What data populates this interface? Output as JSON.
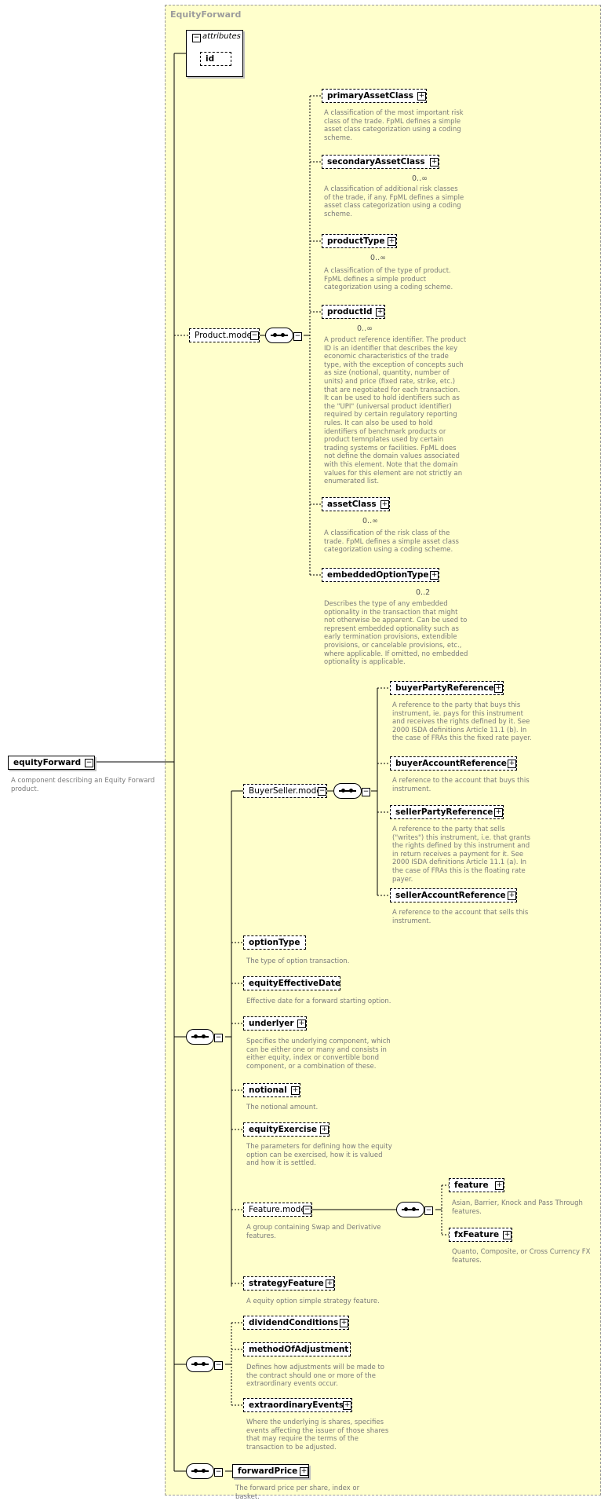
{
  "panel_title": "EquityForward",
  "attributes_label": "attributes",
  "root": {
    "name": "equityForward",
    "description": "A component describing an Equity Forward product."
  },
  "attribute_id": "id",
  "product_model": {
    "name": "Product.model",
    "elements": [
      {
        "name": "primaryAssetClass",
        "card": "",
        "desc": "A classification of the most important risk class of the trade. FpML defines a simple asset class categorization using a coding scheme."
      },
      {
        "name": "secondaryAssetClass",
        "card": "0..∞",
        "desc": "A classification of additional risk classes of the trade, if any. FpML defines a simple asset class categorization using a coding scheme."
      },
      {
        "name": "productType",
        "card": "0..∞",
        "desc": "A classification of the type of product. FpML defines a simple product categorization using a coding scheme."
      },
      {
        "name": "productId",
        "card": "0..∞",
        "desc": "A product reference identifier. The product ID is an identifier that describes the key economic characteristics of the trade type, with the exception of concepts such as size (notional, quantity, number of units) and price (fixed rate, strike, etc.) that are negotiated for each transaction. It can be used to hold identifiers such as the \"UPI\" (universal product identifier) required by certain regulatory reporting rules. It can also be used to hold identifiers of benchmark products or product temnplates used by certain trading systems or facilities. FpML does not define the domain values associated with this element. Note that the domain values for this element are not strictly an enumerated list."
      },
      {
        "name": "assetClass",
        "card": "0..∞",
        "desc": "A classification of the risk class of the trade. FpML defines a simple asset class categorization using a coding scheme."
      },
      {
        "name": "embeddedOptionType",
        "card": "0..2",
        "desc": "Describes the type of any embedded optionality in the transaction that might not otherwise be apparent. Can be used to represent embedded optionality such as early termination provisions, extendible provisions, or cancelable provisions, etc., where applicable. If omitted, no embedded optionality is applicable."
      }
    ]
  },
  "buyer_seller_model": {
    "name": "BuyerSeller.model",
    "elements": [
      {
        "name": "buyerPartyReference",
        "desc": "A reference to the party that buys this instrument, ie. pays for this instrument and receives the rights defined by it. See 2000 ISDA definitions Article 11.1 (b). In the case of FRAs this the fixed rate payer."
      },
      {
        "name": "buyerAccountReference",
        "desc": "A reference to the account that buys this instrument."
      },
      {
        "name": "sellerPartyReference",
        "desc": "A reference to the party that sells (\"writes\") this instrument, i.e. that grants the rights defined by this instrument and in return receives a payment for it. See 2000 ISDA definitions Article 11.1 (a). In the case of FRAs this is the floating rate payer."
      },
      {
        "name": "sellerAccountReference",
        "desc": "A reference to the account that sells this instrument."
      }
    ]
  },
  "main_elements": [
    {
      "name": "optionType",
      "desc": "The type of option transaction."
    },
    {
      "name": "equityEffectiveDate",
      "desc": "Effective date for a forward starting option."
    },
    {
      "name": "underlyer",
      "desc": "Specifies the underlying component, which can be either one or many and consists in either equity, index or convertible bond component, or a combination of these."
    },
    {
      "name": "notional",
      "desc": "The notional amount."
    },
    {
      "name": "equityExercise",
      "desc": "The parameters for defining how the equity option can be exercised, how it is valued and how it is settled."
    }
  ],
  "feature_model": {
    "name": "Feature.model",
    "desc": "A group containing Swap and Derivative features.",
    "elements": [
      {
        "name": "feature",
        "desc": "Asian, Barrier, Knock and Pass Through features."
      },
      {
        "name": "fxFeature",
        "desc": "Quanto, Composite, or Cross Currency FX features."
      }
    ]
  },
  "strategy_feature": {
    "name": "strategyFeature",
    "desc": "A equity option simple strategy feature."
  },
  "adjustments": [
    {
      "name": "dividendConditions",
      "desc": ""
    },
    {
      "name": "methodOfAdjustment",
      "desc": "Defines how adjustments will be made to the contract should one or more of the extraordinary events occur."
    },
    {
      "name": "extraordinaryEvents",
      "desc": "Where the underlying is shares, specifies events affecting the issuer of those shares that may require the terms of the transaction to be adjusted."
    }
  ],
  "forward_price": {
    "name": "forwardPrice",
    "desc": "The forward price per share, index or basket."
  },
  "icons": {
    "expand": "plus-icon",
    "collapse": "minus-icon",
    "sequence": "sequence-compositor-icon",
    "element_list": "element-list-icon"
  }
}
